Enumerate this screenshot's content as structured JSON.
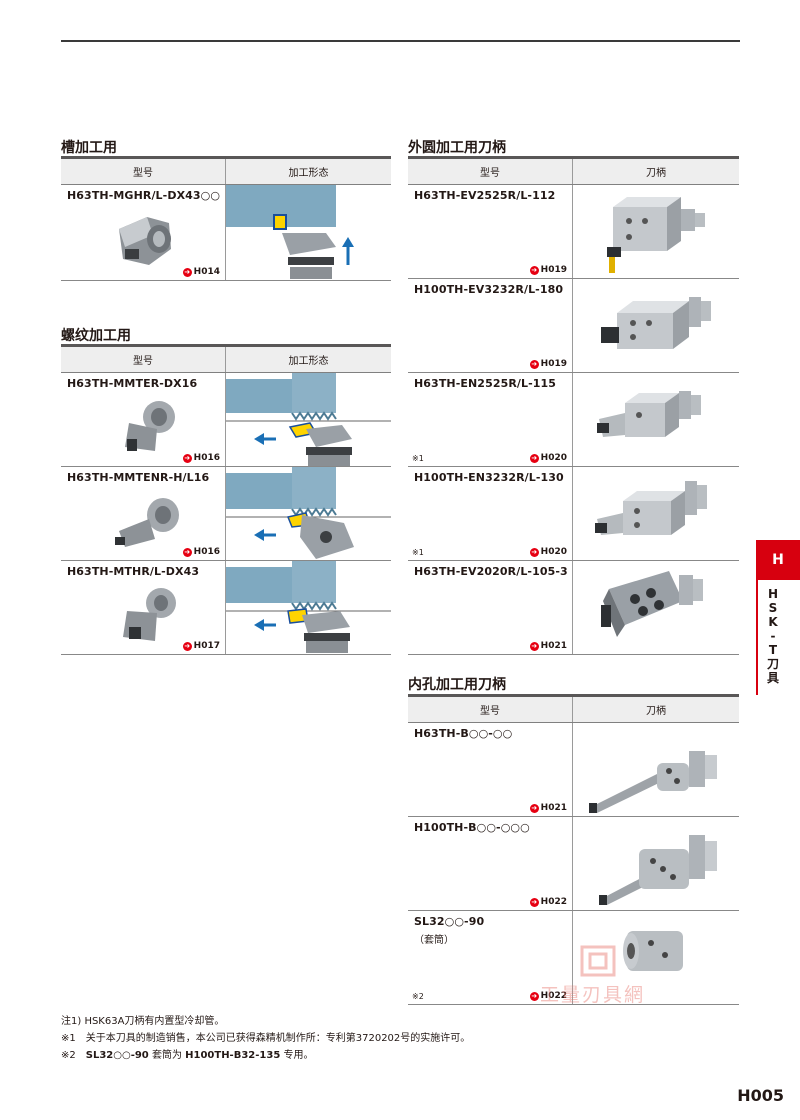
{
  "groove": {
    "title": "槽加工用",
    "head": [
      "型号",
      "加工形态"
    ],
    "rows": [
      {
        "model": "H63TH-MGHR/L-DX43○○",
        "ref": "H014"
      }
    ]
  },
  "thread": {
    "title": "螺纹加工用",
    "head": [
      "型号",
      "加工形态"
    ],
    "rows": [
      {
        "model": "H63TH-MMTER-DX16",
        "ref": "H016"
      },
      {
        "model": "H63TH-MMTENR-H/L16",
        "ref": "H016"
      },
      {
        "model": "H63TH-MTHR/L-DX43",
        "ref": "H017"
      }
    ]
  },
  "outer": {
    "title": "外圆加工用刀柄",
    "head": [
      "型号",
      "刀柄"
    ],
    "rows": [
      {
        "model": "H63TH-EV2525R/L-112",
        "ref": "H019",
        "note": ""
      },
      {
        "model": "H100TH-EV3232R/L-180",
        "ref": "H019",
        "note": ""
      },
      {
        "model": "H63TH-EN2525R/L-115",
        "ref": "H020",
        "note": "※1"
      },
      {
        "model": "H100TH-EN3232R/L-130",
        "ref": "H020",
        "note": "※1"
      },
      {
        "model": "H63TH-EV2020R/L-105-3",
        "ref": "H021",
        "note": ""
      }
    ]
  },
  "inner": {
    "title": "内孔加工用刀柄",
    "head": [
      "型号",
      "刀柄"
    ],
    "rows": [
      {
        "model": "H63TH-B○○-○○",
        "sub": "",
        "ref": "H021",
        "note": ""
      },
      {
        "model": "H100TH-B○○-○○○",
        "sub": "",
        "ref": "H022",
        "note": ""
      },
      {
        "model": "SL32○○-90",
        "sub": "（套筒）",
        "ref": "H022",
        "note": "※2"
      }
    ]
  },
  "side": {
    "letter": "H",
    "label": "HSK-T刀具"
  },
  "footnotes": {
    "n1": "注1) HSK63A刀柄有内置型冷却管。",
    "n2": "※1　关于本刀具的制造销售，本公司已获得森精机制作所：专利第3720202号的实施许可。",
    "n3_a": "※2　",
    "n3_b": "SL32○○-90",
    "n3_c": " 套筒为 ",
    "n3_d": "H100TH-B32-135",
    "n3_e": " 专用。"
  },
  "page_number": "H005",
  "watermark": "工量刃具網",
  "colors": {
    "accent": "#d7000f",
    "header_bg": "#eeeeee",
    "metal": "#a9aeb3",
    "blue_workpiece": "#7fa9c0"
  }
}
